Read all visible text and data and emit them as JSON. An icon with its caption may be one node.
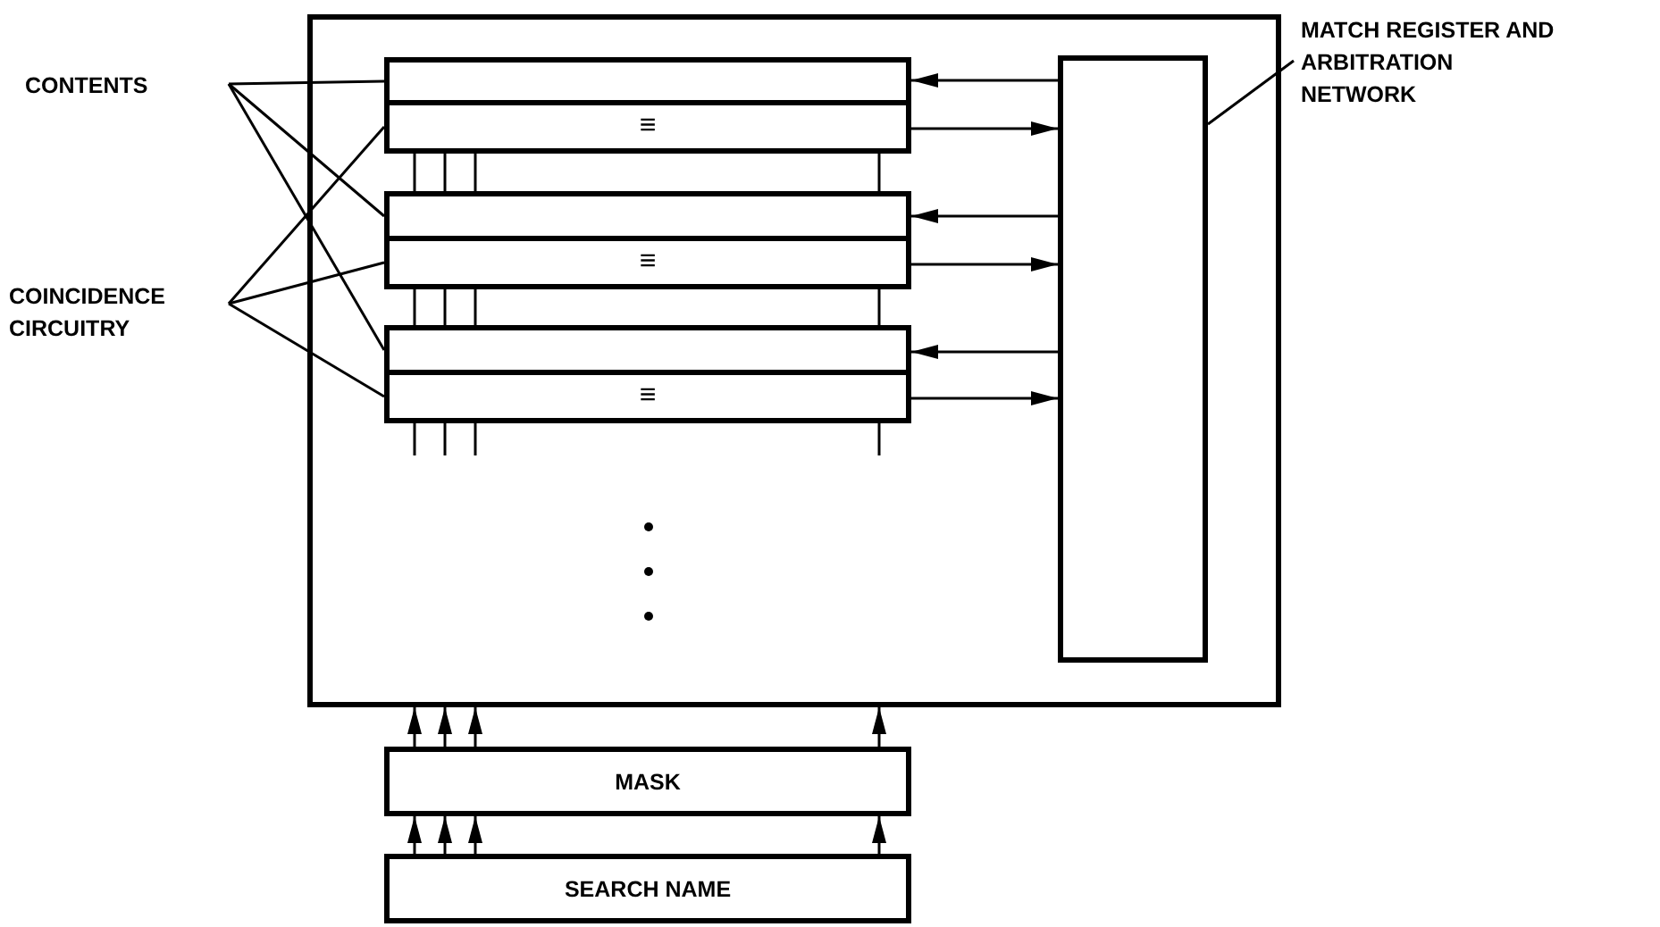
{
  "diagram": {
    "nodes": [
      {
        "text": [
          "CONTENTS"
        ]
      },
      {
        "text": [
          "COINCIDENCE CIRCUITRY"
        ]
      },
      {
        "text": [
          "MATCH REGISTER AND ARBITRATION NETWORK"
        ]
      },
      {
        "text": [],
        "shape": "box"
      },
      {
        "text": [],
        "shape": "box",
        "in": 3
      },
      {
        "text": [
          "≡"
        ],
        "in": 3
      },
      {
        "text": [],
        "shape": "box",
        "in": 3
      },
      {
        "text": [
          "≡"
        ],
        "in": 3
      },
      {
        "text": [],
        "shape": "box",
        "in": 3
      },
      {
        "text": [
          "≡"
        ],
        "in": 3
      },
      {
        "text": [],
        "shape": "box",
        "in": 3
      },
      {
        "text": [
          "MASK"
        ]
      },
      {
        "text": [
          "SEARCH NAME"
        ]
      }
    ],
    "edges": [
      {
        "from": 0,
        "to": 4,
        "arrow": "none"
      },
      {
        "from": 0,
        "to": 6,
        "arrow": "none"
      },
      {
        "from": 0,
        "to": 8,
        "arrow": "none"
      },
      {
        "from": 1,
        "to": 5,
        "arrow": "none"
      },
      {
        "from": 1,
        "to": 7,
        "arrow": "none"
      },
      {
        "from": 1,
        "to": 9,
        "arrow": "none"
      },
      {
        "from": 2,
        "to": 10,
        "arrow": "none"
      },
      {
        "from": 10,
        "to": 4,
        "arrow": "to"
      },
      {
        "from": 5,
        "to": 10,
        "arrow": "to"
      },
      {
        "from": 10,
        "to": 6,
        "arrow": "to"
      },
      {
        "from": 7,
        "to": 10,
        "arrow": "to"
      },
      {
        "from": 10,
        "to": 8,
        "arrow": "to"
      },
      {
        "from": 9,
        "to": 10,
        "arrow": "to"
      },
      {
        "from": 5,
        "to": 6,
        "arrow": "none"
      },
      {
        "from": 5,
        "to": 6,
        "arrow": "none"
      },
      {
        "from": 5,
        "to": 6,
        "arrow": "none"
      },
      {
        "from": 5,
        "to": 6,
        "arrow": "none"
      },
      {
        "from": 7,
        "to": 8,
        "arrow": "none"
      },
      {
        "from": 7,
        "to": 8,
        "arrow": "none"
      },
      {
        "from": 7,
        "to": 8,
        "arrow": "none"
      },
      {
        "from": 7,
        "to": 8,
        "arrow": "none"
      },
      {
        "from": 9,
        "to": null,
        "arrow": "none"
      },
      {
        "from": 9,
        "to": null,
        "arrow": "none"
      },
      {
        "from": 9,
        "to": null,
        "arrow": "none"
      },
      {
        "from": 9,
        "to": null,
        "arrow": "none"
      },
      {
        "from": 11,
        "to": 3,
        "arrow": "to"
      },
      {
        "from": 11,
        "to": 3,
        "arrow": "to"
      },
      {
        "from": 11,
        "to": 3,
        "arrow": "to"
      },
      {
        "from": 11,
        "to": 3,
        "arrow": "to"
      },
      {
        "from": 12,
        "to": 11,
        "arrow": "to"
      },
      {
        "from": 12,
        "to": 11,
        "arrow": "to"
      },
      {
        "from": 12,
        "to": 11,
        "arrow": "to"
      },
      {
        "from": 12,
        "to": 11,
        "arrow": "to"
      }
    ]
  }
}
